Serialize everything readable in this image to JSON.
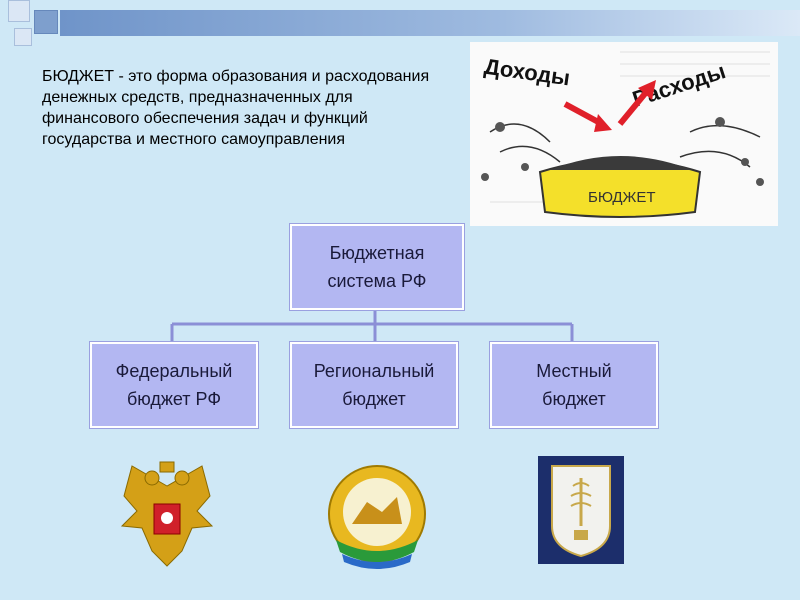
{
  "definition": {
    "text": "БЮДЖЕТ -  это форма образования и расходования денежных средств, предназначенных для финансового обеспечения задач и функций государства и местного самоуправления"
  },
  "illustration": {
    "label_income": "Доходы",
    "label_expenses": "Расходы",
    "label_budget": "БЮДЖЕТ"
  },
  "diagram": {
    "root": "Бюджетная\nсистема РФ",
    "children": [
      "Федеральный\nбюджет РФ",
      "Региональный\nбюджет",
      "Местный\nбюджет"
    ]
  },
  "colors": {
    "box_fill": "#b3b7f2",
    "background": "#cfe8f6",
    "connector": "#8b8fd6"
  },
  "emblems": [
    "russia-coat-of-arms",
    "bashkortostan-emblem",
    "municipal-coat-of-arms"
  ]
}
